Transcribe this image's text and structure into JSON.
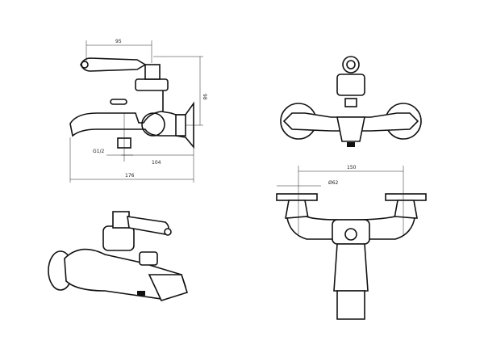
{
  "dimensions": {
    "handle_reach": "95",
    "height": "98",
    "thread": "G1/2",
    "spout_to_wall": "104",
    "total_length": "176",
    "centers": "150",
    "flange_diameter": "Ø62"
  }
}
